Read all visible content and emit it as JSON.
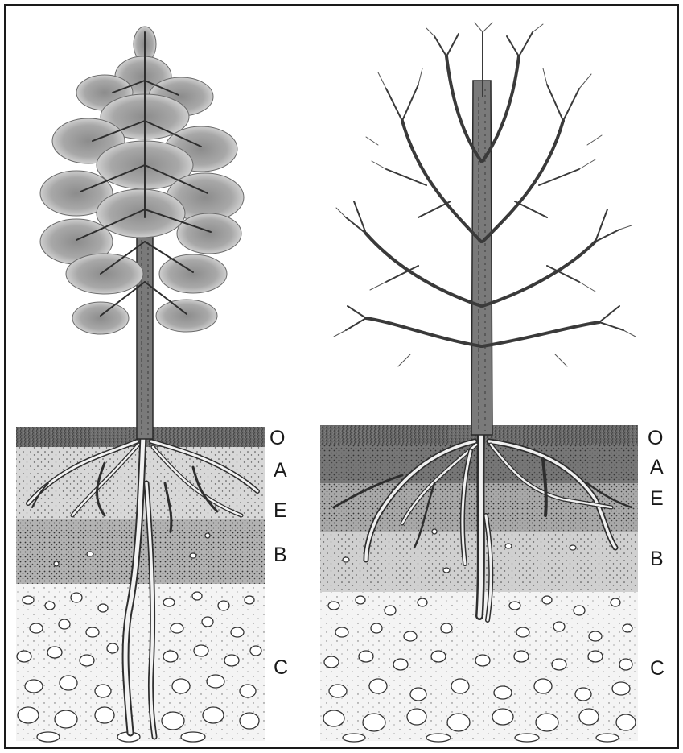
{
  "diagram": {
    "panels": [
      {
        "tree": "conifer",
        "horizon_labels": [
          "O",
          "A",
          "E",
          "B",
          "C"
        ]
      },
      {
        "tree": "deciduous",
        "horizon_labels": [
          "O",
          "A",
          "E",
          "B",
          "C"
        ]
      }
    ]
  },
  "colors": {
    "border": "#1a1a1a",
    "ink": "#2e2e2e",
    "o_horizon": "#5a5a5a",
    "e_horizon": "#e7e7e7",
    "b_horizon": "#b9b9b9",
    "stone_fill": "#ffffff"
  }
}
